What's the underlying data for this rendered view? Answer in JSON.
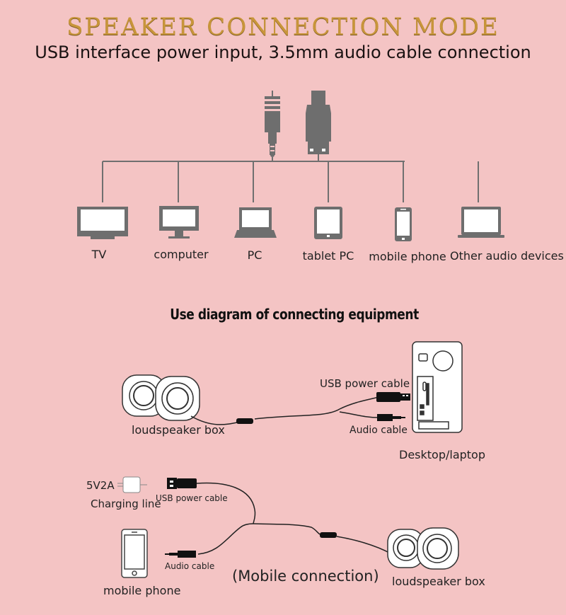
{
  "header": {
    "title": "SPEAKER CONNECTION MODE",
    "subtitle": "USB interface power input, 3.5mm audio cable connection"
  },
  "connectors": [
    {
      "name": "3.5mm audio jack",
      "icon": "audio-jack-icon"
    },
    {
      "name": "USB plug",
      "icon": "usb-plug-icon"
    }
  ],
  "devices": [
    {
      "label": "TV",
      "icon": "tv-icon"
    },
    {
      "label": "computer",
      "icon": "monitor-icon"
    },
    {
      "label": "PC",
      "icon": "laptop-icon"
    },
    {
      "label": "tablet PC",
      "icon": "tablet-icon"
    },
    {
      "label": "mobile phone",
      "icon": "phone-icon"
    },
    {
      "label": "Other audio devices",
      "icon": "laptop-open-icon"
    }
  ],
  "usage": {
    "section_title": "Use diagram of connecting equipment",
    "desktop": {
      "speaker_label": "loudspeaker box",
      "usb_label": "USB power cable",
      "audio_label": "Audio cable",
      "computer_label": "Desktop/laptop"
    },
    "mobile": {
      "charger_rating": "5V2A",
      "charger_label": "Charging line",
      "usb_label": "USB power cable",
      "audio_label": "Audio cable",
      "phone_label": "mobile phone",
      "caption": "(Mobile connection)",
      "speaker_label": "loudspeaker box"
    }
  },
  "colors": {
    "background": "#f4c4c4",
    "title_gold": "#c8953a",
    "icon_gray": "#6e6e6e",
    "text": "#1a1212"
  }
}
